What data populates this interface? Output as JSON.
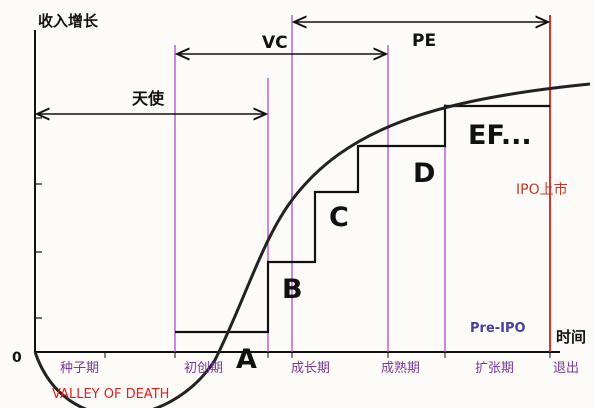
{
  "axes": {
    "y_title": "收入增长",
    "x_title": "时间",
    "origin": "0"
  },
  "ranges": {
    "angel": "天使",
    "vc": "VC",
    "pe": "PE"
  },
  "steps": [
    "A",
    "B",
    "C",
    "D",
    "EF..."
  ],
  "stages": [
    "种子期",
    "初创期",
    "成长期",
    "成熟期",
    "扩张期",
    "退出"
  ],
  "annotations": {
    "ipo": "IPO上市",
    "pre_ipo": "Pre-IPO",
    "valley": "VALLEY OF DEATH"
  },
  "colors": {
    "axis": "#111111",
    "stage_line": "#b04ac9",
    "ipo_line": "#d81b1b",
    "ipo_text": "#c0392b",
    "valley_text": "#e02020",
    "stage_text": "#7a3b9a",
    "pre_ipo_text": "#4a3fa0"
  }
}
